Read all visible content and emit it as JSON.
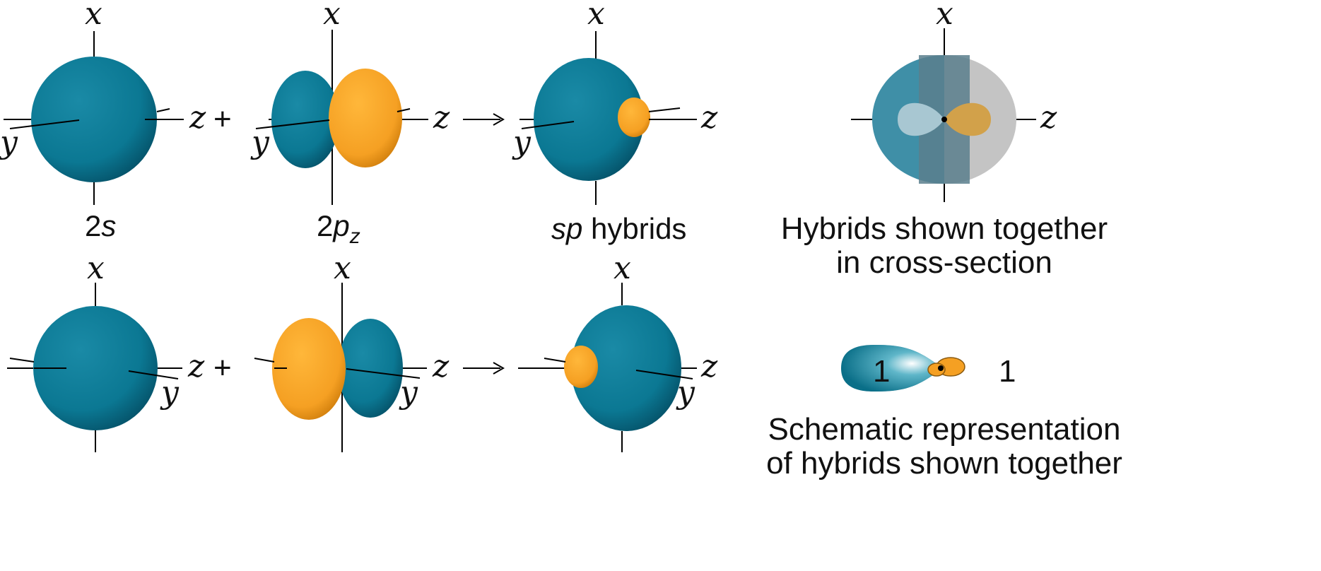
{
  "axes": {
    "x": "x",
    "y": "y",
    "z": "z"
  },
  "operators": {
    "plus": "+"
  },
  "captions": {
    "s": {
      "num": "2",
      "sym": "s"
    },
    "p": {
      "num": "2",
      "sym": "p",
      "sub": "z"
    },
    "sp": {
      "sym": "sp",
      "text": " hybrids"
    },
    "cross_section": [
      "Hybrids shown together",
      "in cross-section"
    ],
    "schematic": [
      "Schematic representation",
      "of hybrids shown together"
    ]
  },
  "schematic_lobe_labels": [
    "1",
    "1"
  ],
  "colors": {
    "teal": "#0a7b97",
    "orange": "#f6a124",
    "gray": "#c6c6c6",
    "axis": "#000000"
  }
}
